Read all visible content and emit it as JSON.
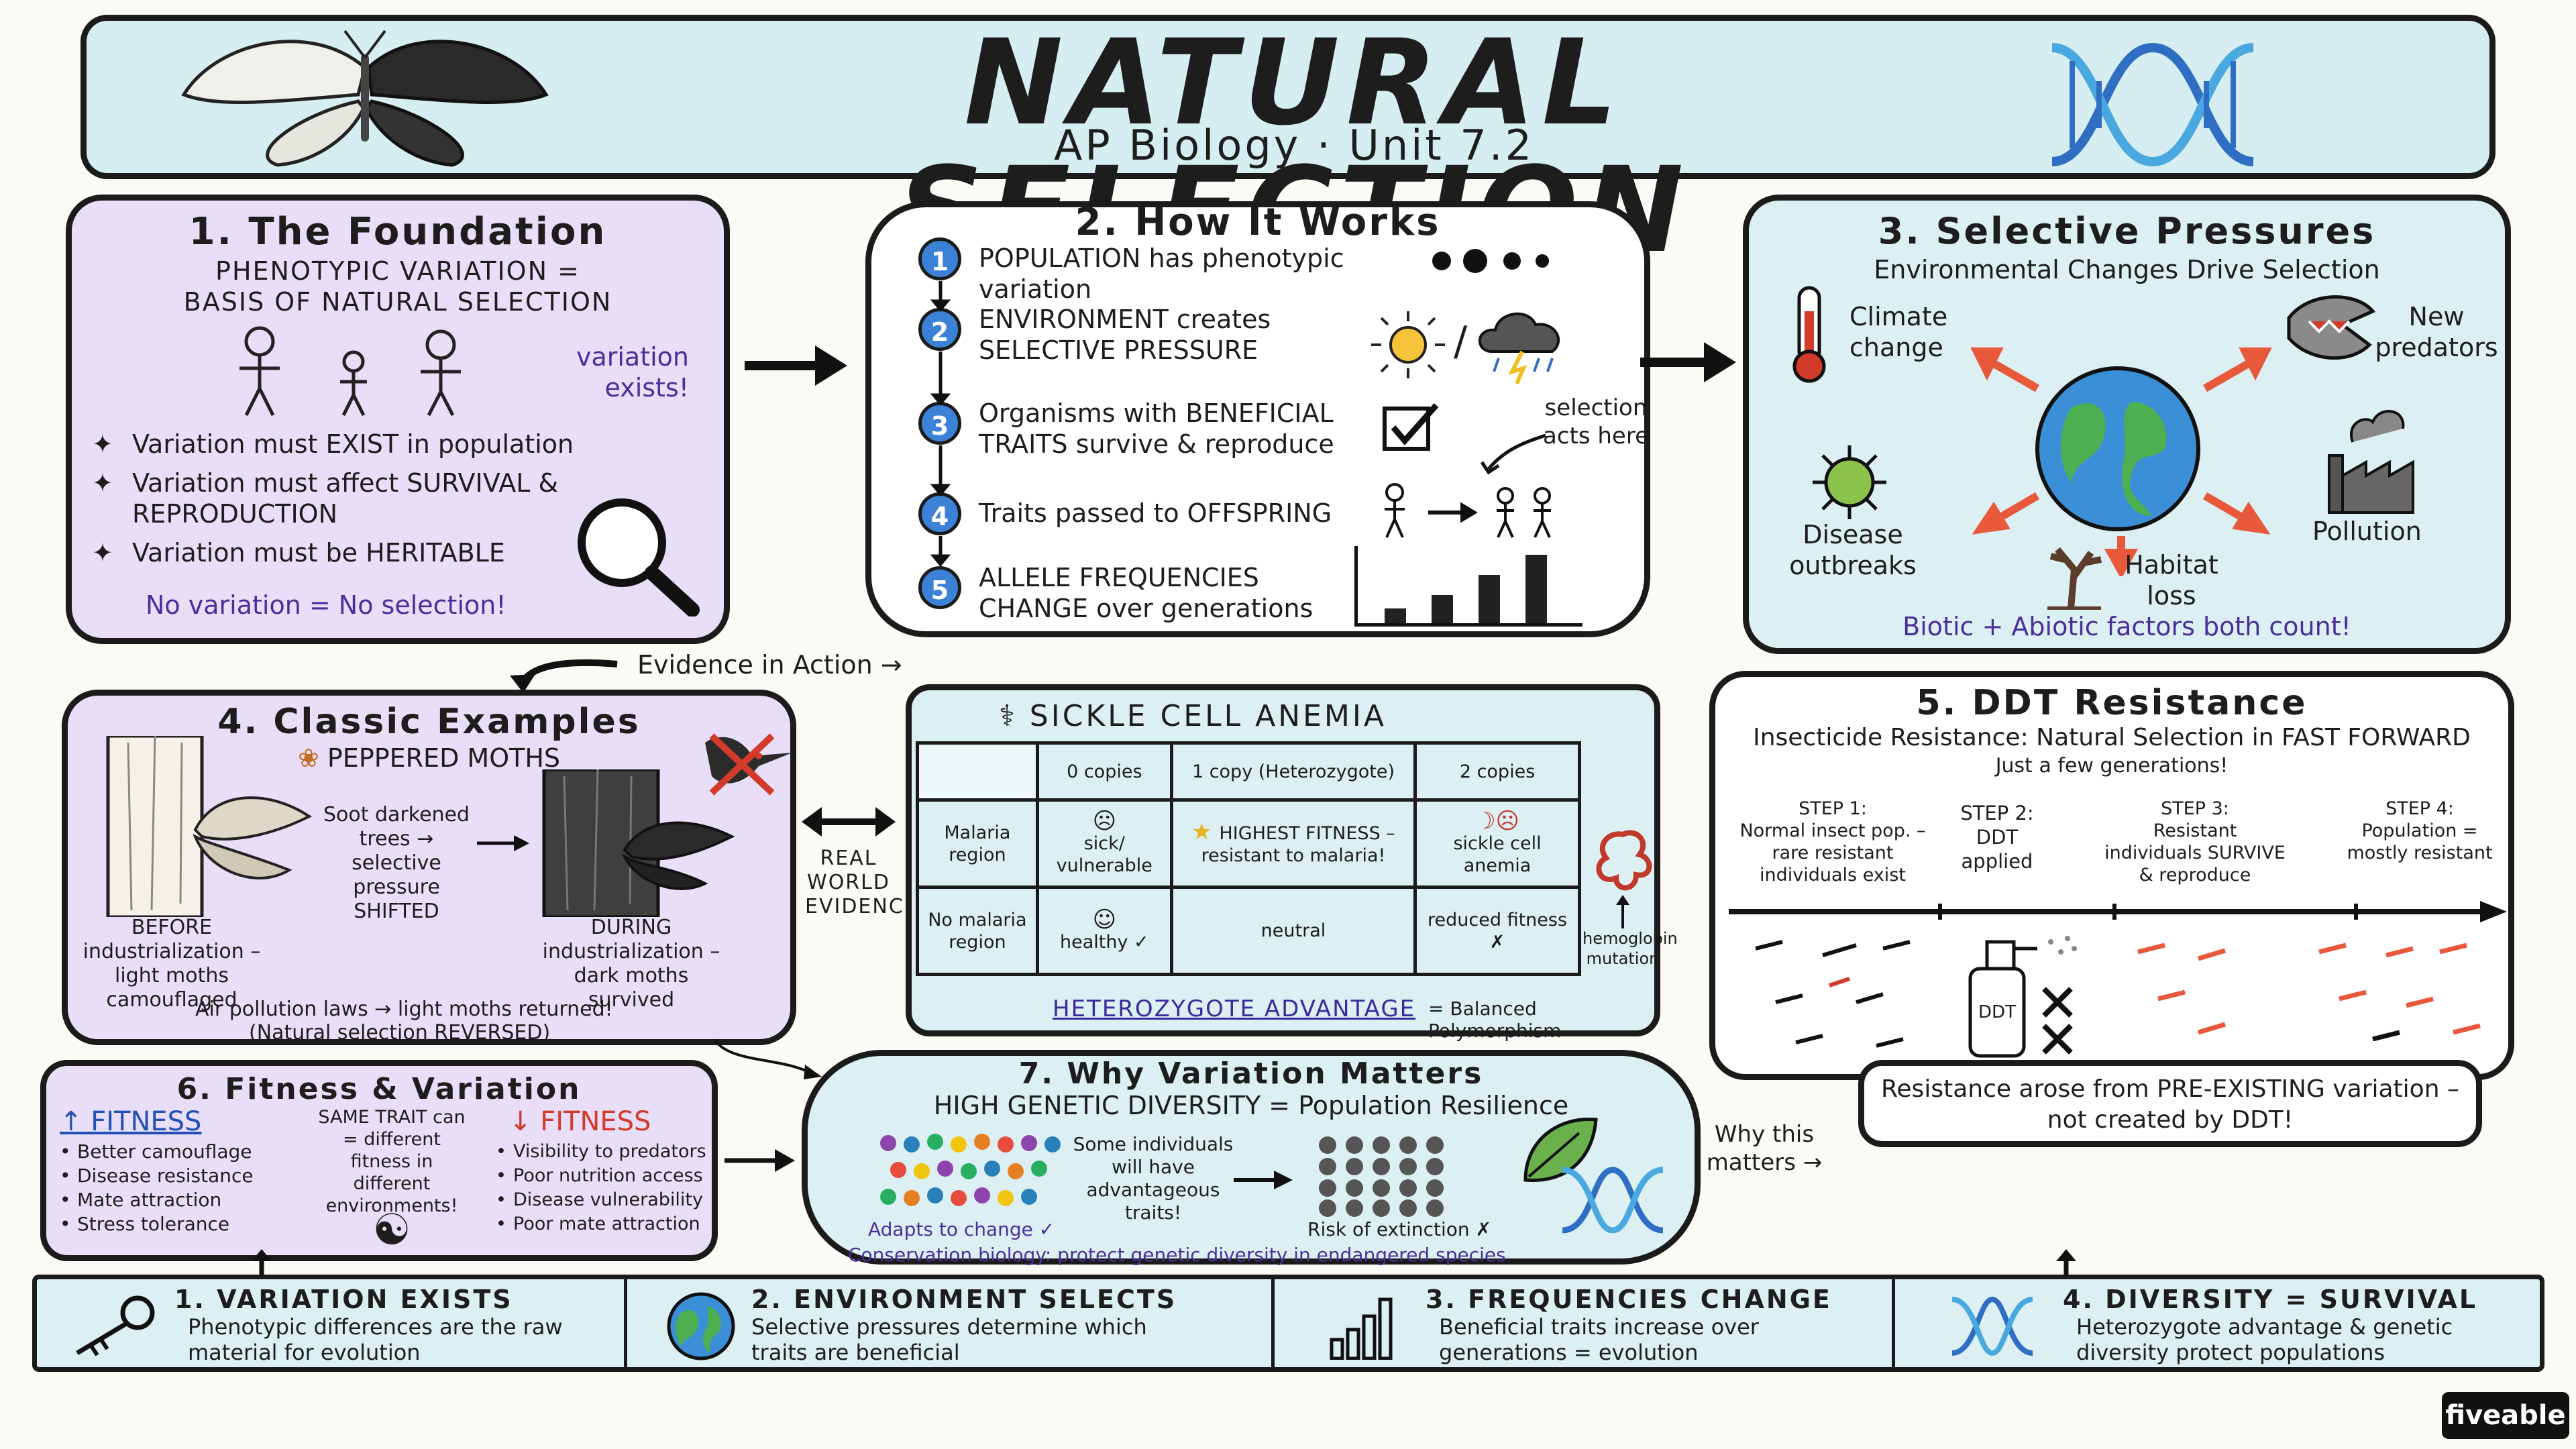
{
  "header": {
    "title": "NATURAL SELECTION",
    "subtitle": "AP Biology · Unit 7.2"
  },
  "foundation": {
    "title": "1. The Foundation",
    "heading": [
      "PHENOTYPIC VARIATION =",
      "BASIS OF NATURAL SELECTION"
    ],
    "note": "variation exists!",
    "bullets": [
      "Variation must EXIST in population",
      "Variation must affect SURVIVAL & REPRODUCTION",
      "Variation must be HERITABLE"
    ],
    "footer": "No variation = No selection!"
  },
  "how": {
    "title": "2. How It Works",
    "steps": [
      {
        "n": "1",
        "text": "POPULATION has phenotypic variation"
      },
      {
        "n": "2",
        "text": "ENVIRONMENT creates SELECTIVE PRESSURE"
      },
      {
        "n": "3",
        "text": "Organisms with BENEFICIAL TRAITS survive & reproduce"
      },
      {
        "n": "4",
        "text": "Traits passed to OFFSPRING"
      },
      {
        "n": "5",
        "text": "ALLELE FREQUENCIES CHANGE over generations"
      }
    ],
    "note": "selection acts here"
  },
  "pressures": {
    "title": "3. Selective Pressures",
    "subtitle": "Environmental Changes Drive Selection",
    "items": {
      "climate": "Climate change",
      "predators": "New predators",
      "disease": "Disease outbreaks",
      "habitat": "Habitat loss",
      "pollution": "Pollution"
    },
    "footer": "Biotic + Abiotic factors both count!"
  },
  "evidence_label": "Evidence in Action →",
  "examples": {
    "title": "4. Classic Examples",
    "moths": "PEPPERED MOTHS",
    "before": "BEFORE industrialization – light moths camouflaged",
    "middle": "Soot darkened trees → selective pressure SHIFTED",
    "during": "DURING industrialization – dark moths survived",
    "footer1": "Air pollution laws → light moths returned!",
    "footer2": "(Natural selection REVERSED)"
  },
  "real_world": "REAL WORLD EVIDENCE",
  "sickle": {
    "title": "SICKLE CELL ANEMIA",
    "cols": [
      "0 copies",
      "1 copy (Heterozygote)",
      "2 copies"
    ],
    "rows": [
      {
        "label": "Malaria region",
        "cells": [
          "sick/ vulnerable",
          "HIGHEST FITNESS – resistant to malaria!",
          "sickle cell anemia"
        ]
      },
      {
        "label": "No malaria region",
        "cells": [
          "healthy ✓",
          "neutral",
          "reduced fitness ✗"
        ]
      }
    ],
    "hemoglobin": "hemoglobin mutation",
    "het_adv": "HETEROZYGOTE ADVANTAGE",
    "balanced": "= Balanced Polymorphism"
  },
  "ddt": {
    "title": "5. DDT Resistance",
    "subtitle": "Insecticide Resistance: Natural Selection in FAST FORWARD",
    "note": "Just a few generations!",
    "steps": [
      {
        "h": "STEP 1:",
        "t": "Normal insect pop. – rare resistant individuals exist"
      },
      {
        "h": "STEP 2:",
        "t": "DDT applied"
      },
      {
        "h": "STEP 3:",
        "t": "Resistant individuals SURVIVE & reproduce"
      },
      {
        "h": "STEP 4:",
        "t": "Population = mostly resistant"
      }
    ],
    "ddt_label": "DDT",
    "conclusion": "Resistance arose from PRE-EXISTING variation – not created by DDT!"
  },
  "fitness": {
    "title": "6. Fitness & Variation",
    "up": "↑ FITNESS",
    "down": "↓ FITNESS",
    "up_items": [
      "Better camouflage",
      "Disease resistance",
      "Mate attraction",
      "Stress tolerance"
    ],
    "same": "SAME TRAIT can = different fitness in different environments!",
    "down_items": [
      "Visibility to predators",
      "Poor nutrition access",
      "Disease vulnerability",
      "Poor mate attraction"
    ]
  },
  "variation": {
    "title": "7. Why Variation Matters",
    "subtitle": "HIGH GENETIC DIVERSITY = Population Resilience",
    "some": "Some individuals will have advantageous traits!",
    "adapts": "Adapts to change ✓",
    "risk": "Risk of extinction ✗",
    "footer": "Conservation biology: protect genetic diversity in endangered species"
  },
  "why_this": "Why this matters →",
  "summary": [
    {
      "title": "1. VARIATION EXISTS",
      "text": "Phenotypic differences are the raw material for evolution",
      "icon": "key-icon"
    },
    {
      "title": "2. ENVIRONMENT SELECTS",
      "text": "Selective pressures determine which traits are beneficial",
      "icon": "globe-icon"
    },
    {
      "title": "3. FREQUENCIES CHANGE",
      "text": "Beneficial traits increase over generations = evolution",
      "icon": "bar-chart-icon"
    },
    {
      "title": "4. DIVERSITY = SURVIVAL",
      "text": "Heterozygote advantage & genetic diversity protect populations",
      "icon": "dna-icon"
    }
  ],
  "brand": "fiveable",
  "colors": {
    "panel_purple": "#e8def7",
    "panel_blue": "#dcf0f4",
    "header": "#d6eef2",
    "accent_blue": "#3b82d6",
    "accent_red": "#d23a2a",
    "text_purple": "#4a2f9a"
  }
}
